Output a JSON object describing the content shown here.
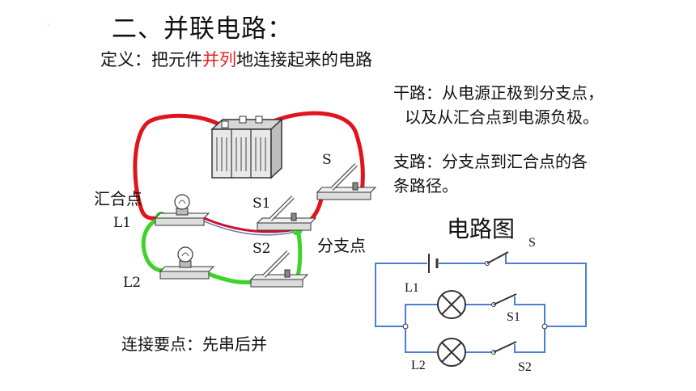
{
  "title": "二、并联电路：",
  "definition": {
    "prefix": "定义：把元件",
    "highlight": "并列",
    "suffix": "地连接起来的电路"
  },
  "trunk_text": {
    "line1": "干路：从电源正极到分支点，",
    "line2": "以及从汇合点到电源负极。"
  },
  "branch_text": {
    "line1": "支路：分支点到汇合点的各",
    "line2": "条路径。"
  },
  "photo_labels": {
    "s": "S",
    "s1": "S1",
    "s2": "S2",
    "l1": "L1",
    "l2": "L2",
    "junction": "汇合点",
    "split": "分支点"
  },
  "key_point": "连接要点：先串后并",
  "schematic": {
    "title": "电路图",
    "labels": {
      "s": "S",
      "l1": "L1",
      "s1": "S1",
      "l2": "L2",
      "s2": "S2"
    }
  },
  "colors": {
    "highlight": "#e8221c",
    "trunk_wire": "#e0141e",
    "branch_wire": "#3ed32a",
    "schematic_wire": "#4a7fd4"
  }
}
